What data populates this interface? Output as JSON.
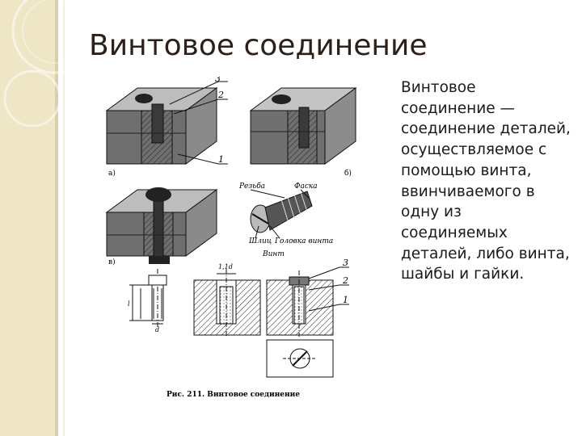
{
  "slide": {
    "title": "Винтовое соединение",
    "body": "Винтовое соединение — соединение деталей, осуществляемое с помощью винта, ввинчиваемого в одну из соединяемых деталей, либо винта, шайбы и гайки."
  },
  "figure": {
    "caption": "Рис. 211. Винтовое соединение",
    "labels": {
      "n3": "3",
      "n2": "2",
      "n1": "1",
      "a": "а)",
      "b": "б)",
      "v": "в)",
      "rezba": "Резьба",
      "faska": "Фаска",
      "shlic": "Шлиц",
      "golovka": "Головка винта",
      "vint": "Винт",
      "dim_11d": "1,1d",
      "dim_d": "d",
      "dim_l": "l",
      "d3": "3",
      "d2": "2",
      "d1": "1"
    }
  },
  "colors": {
    "band": "#efe6c6",
    "title": "#2c2018"
  }
}
